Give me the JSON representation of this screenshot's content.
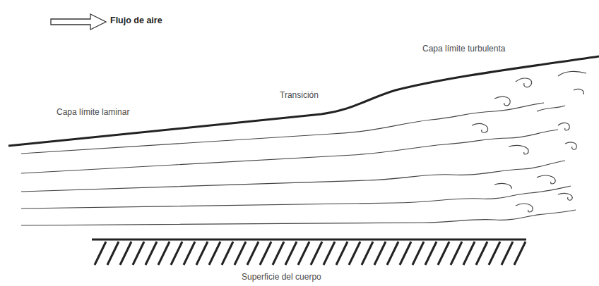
{
  "diagram": {
    "labels": [
      "Flujo de aire",
      "Capa límite laminar",
      "Transición",
      "Capa límite turbulenta",
      "Superficie del cuerpo"
    ]
  }
}
